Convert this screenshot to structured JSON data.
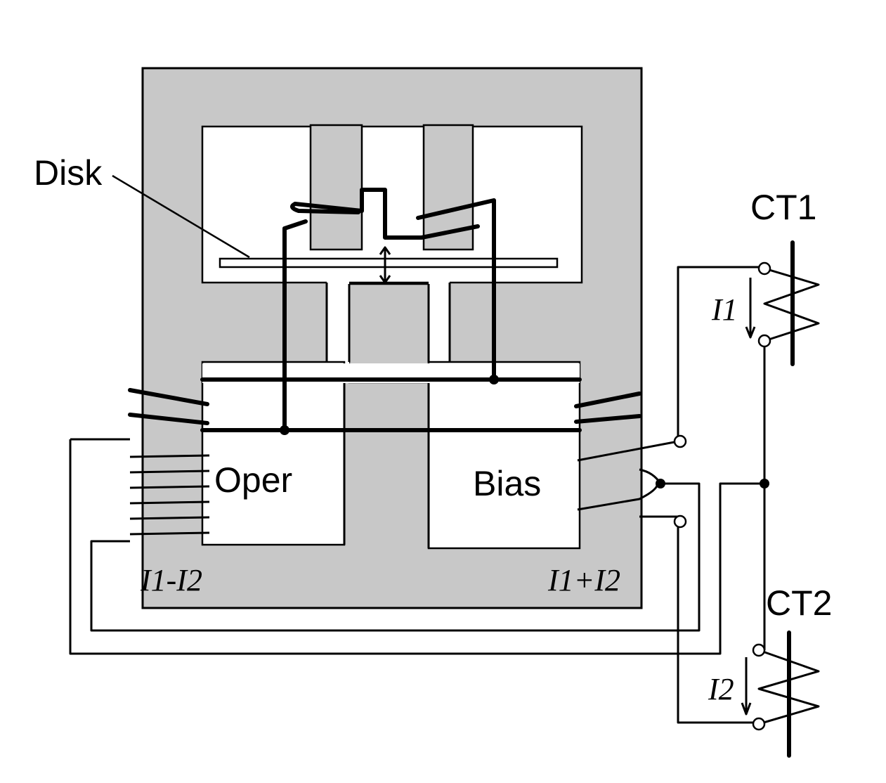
{
  "labels": {
    "disk": "Disk",
    "ct1": "CT1",
    "ct2": "CT2",
    "oper": "Oper",
    "bias": "Bias",
    "oper_current": "I1-I2",
    "bias_current": "I1+I2",
    "i1": "I1",
    "i2": "I2"
  },
  "colors": {
    "core": "#c8c8c8",
    "wire": "#000000",
    "background": "#ffffff"
  }
}
